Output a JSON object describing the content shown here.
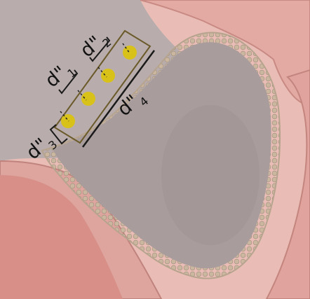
{
  "labels": {
    "d1": {
      "main": "d\"",
      "sub": "1"
    },
    "d2": {
      "main": "d\"",
      "sub": "2"
    },
    "d3": {
      "main": "d\"",
      "sub": "3"
    },
    "d4": {
      "main": "d\"",
      "sub": "4"
    }
  },
  "colors": {
    "lumen": "#a89c9c",
    "tissue_pink": "#e6b0aa",
    "mucosa_edge": "#d8c7b4",
    "marker_yellow": "#d8c21a",
    "annotation": "#1a1a1a",
    "rect_outline": "#6b5a2a"
  }
}
